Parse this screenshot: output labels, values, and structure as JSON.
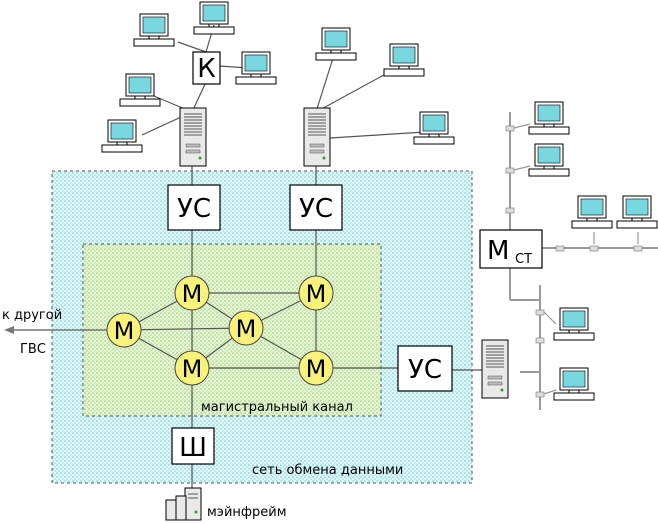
{
  "concentrator_label": "К",
  "communication_node_label": "УС",
  "switch_label": "М",
  "station_switch": {
    "main": "М",
    "sub": "СТ"
  },
  "gateway_label": "Ш",
  "backbone_label": "магистральный канал",
  "network_label": "сеть обмена данными",
  "other_network_label_line1": "к другой",
  "other_network_label_line2": "ГВС",
  "mainframe_label": "мэйнфрейм",
  "colors": {
    "network_fill": "#d4f4f6",
    "backbone_fill": "#dcefc4",
    "switch_fill": "#f6f27a",
    "screen": "#79d7e0",
    "bus": "#999999"
  }
}
